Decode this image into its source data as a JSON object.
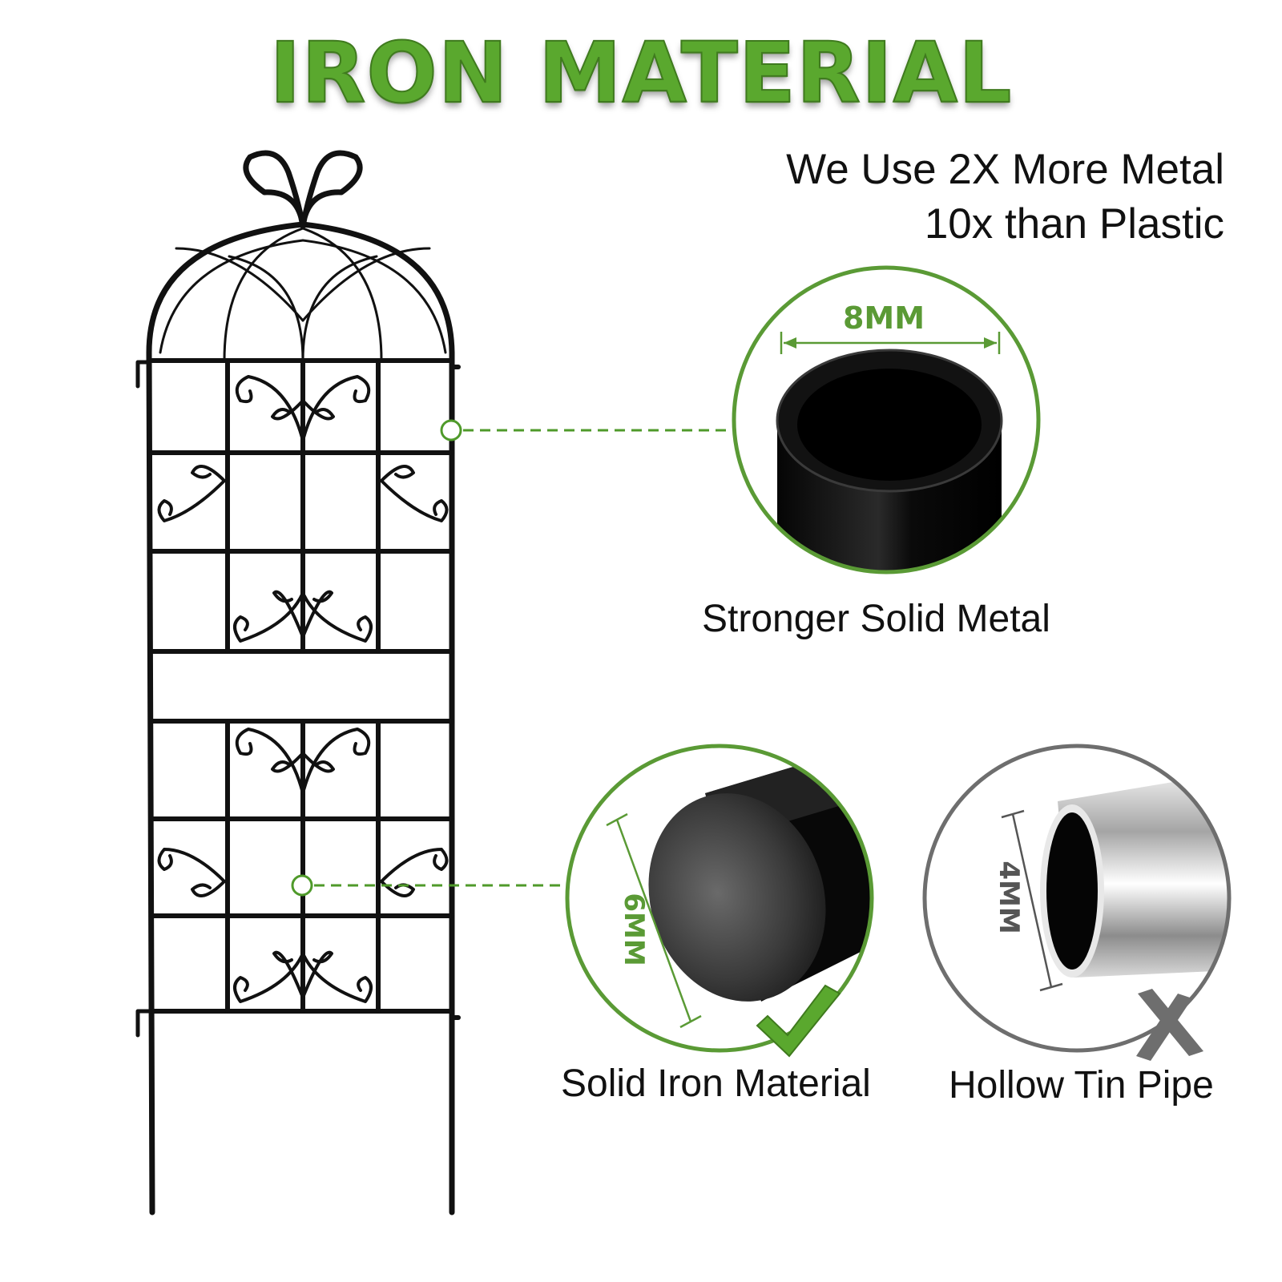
{
  "title": "IRON MATERIAL",
  "tagline": {
    "line1": "We Use 2X More Metal",
    "line2": "10x than Plastic"
  },
  "callout_top": {
    "dimension": "8MM",
    "caption": "Stronger Solid Metal"
  },
  "comparison": {
    "solid": {
      "dimension": "6MM",
      "caption": "Solid Iron Material",
      "mark": "check-icon"
    },
    "hollow": {
      "dimension": "4MM",
      "caption": "Hollow Tin Pipe",
      "mark": "cross-icon"
    }
  },
  "colors": {
    "accent_green": "#5aa82e",
    "dark_green": "#3f7a1e",
    "iron_black": "#111111",
    "gray": "#6e6e6e"
  }
}
